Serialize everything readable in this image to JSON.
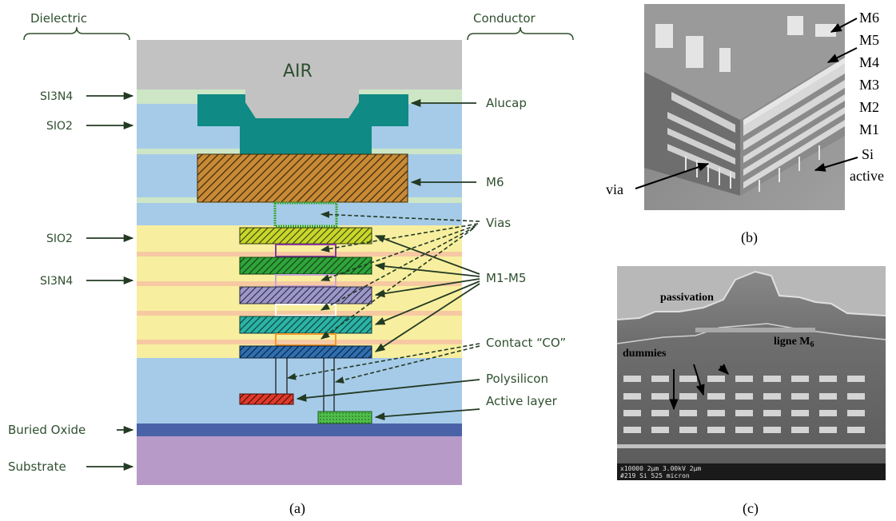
{
  "panel_a": {
    "header_left": "Dielectric",
    "header_right": "Conductor",
    "air_label": "AIR",
    "left_labels": {
      "si3n4_top": "SI3N4",
      "sio2_top": "SIO2",
      "sio2_mid": "SIO2",
      "si3n4_mid": "SI3N4",
      "buried_oxide": "Buried Oxide",
      "substrate": "Substrate"
    },
    "right_labels": {
      "alucap": "Alucap",
      "m6": "M6",
      "vias": "Vias",
      "m1_m5": "M1-M5",
      "contact": "Contact “CO”",
      "polysilicon": "Polysilicon",
      "active_layer": "Active layer"
    },
    "caption": "(a)",
    "colors": {
      "air": "#c2c2c2",
      "si3n4": "#cde6c6",
      "sio2_upper": "#a6cbe9",
      "sio2_lower": "#f7ef9f",
      "nitride_stripe": "#f6c9a2",
      "alucap": "#0f8a84",
      "m6": "#b97a2a",
      "buried_oxide": "#4a63a8",
      "substrate": "#b89ac8",
      "label_green": "#2f4f2f"
    }
  },
  "panel_b": {
    "labels": [
      "M6",
      "M5",
      "M4",
      "M3",
      "M2",
      "M1"
    ],
    "si_label": "Si",
    "active_label": "active",
    "via_label": "via",
    "caption": "(b)"
  },
  "panel_c": {
    "passivation_label": "passivation",
    "ligne_label": "ligne M",
    "ligne_sub": "6",
    "dummies_label": "dummies",
    "scale_text": "x10000   2µm        3.00kV   2µm",
    "scale_text2": "#219   Si 525 micron",
    "caption": "(c)"
  }
}
